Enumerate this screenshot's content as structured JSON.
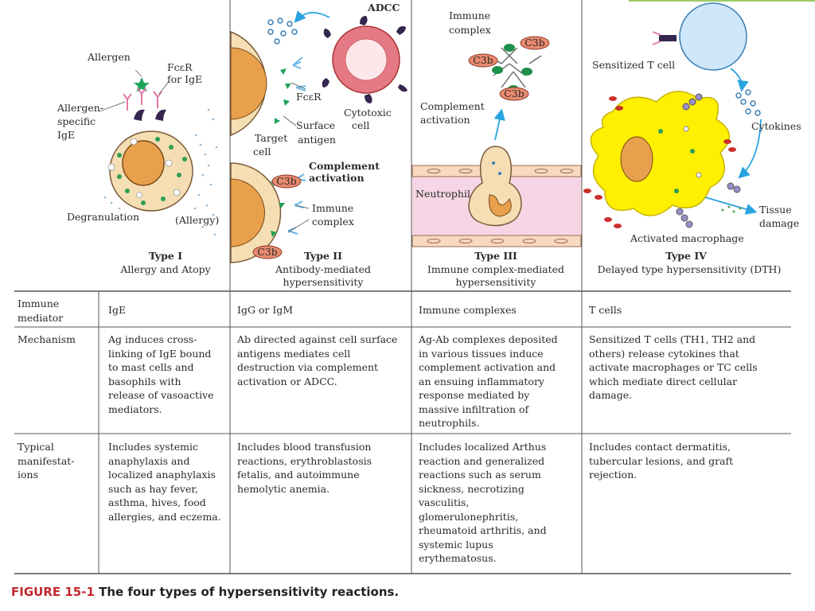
{
  "colors": {
    "accent_green": "#9ccc65",
    "caption_red": "#c1272d",
    "mast_cell": "#f5deb3",
    "nucleus": "#e8a04c",
    "cytotoxic_cell": "#e57a86",
    "endothelium_pink": "#f6d6e4",
    "macrophage_yellow": "#ffef00",
    "t_cell_blue": "#cfe7fb",
    "arrow_blue": "#29a3e0",
    "antibody_purple": "#34264f",
    "granule_green": "#2e9e55"
  },
  "panels": {
    "type1": {
      "labels": {
        "allergen": "Allergen",
        "fcer": "FcεR",
        "for_ige": "for IgE",
        "allergen_specific_1": "Allergen-",
        "allergen_specific_2": "specific",
        "allergen_specific_3": "IgE",
        "degranulation": "Degranulation",
        "allergy": "(Allergy)"
      },
      "type_title": "Type I",
      "type_subtitle": "Allergy and Atopy"
    },
    "type2": {
      "labels": {
        "adcc": "ADCC",
        "fcer": "FcεR",
        "cytotoxic_1": "Cytotoxic",
        "cytotoxic_2": "cell",
        "surface_antigen_1": "Surface",
        "surface_antigen_2": "antigen",
        "target_cell_1": "Target",
        "target_cell_2": "cell",
        "complement_1": "Complement",
        "complement_2": "activation",
        "c3b": "C3b",
        "immune_complex_1": "Immune",
        "immune_complex_2": "complex"
      },
      "type_title": "Type II",
      "type_subtitle_1": "Antibody-mediated",
      "type_subtitle_2": "hypersensitivity"
    },
    "type3": {
      "labels": {
        "immune_complex_1": "Immune",
        "immune_complex_2": "complex",
        "c3b": "C3b",
        "complement_1": "Complement",
        "complement_2": "activation",
        "neutrophil": "Neutrophil"
      },
      "type_title": "Type III",
      "type_subtitle_1": "Immune complex-mediated",
      "type_subtitle_2": "hypersensitivity"
    },
    "type4": {
      "labels": {
        "sensitized_t_cell": "Sensitized T cell",
        "cytokines": "Cytokines",
        "tissue_1": "Tissue",
        "tissue_2": "damage",
        "activated_macrophage": "Activated macrophage"
      },
      "type_title": "Type IV",
      "type_subtitle": "Delayed type hypersensitivity (DTH)"
    }
  },
  "table": {
    "rows": [
      {
        "header": "Immune\nmediator",
        "cells": [
          "IgE",
          "IgG or IgM",
          "Immune complexes",
          "T cells"
        ]
      },
      {
        "header": "Mechanism",
        "cells": [
          "Ag induces cross-\nlinking of IgE bound\nto mast cells and\nbasophils with\nrelease of vasoactive\nmediators.",
          "Ab directed against cell surface\nantigens mediates cell\ndestruction via complement\nactivation or ADCC.",
          "Ag-Ab complexes deposited\nin various tissues induce\ncomplement activation and\nan ensuing inflammatory\nresponse mediated by\nmassive infiltration of\nneutrophils.",
          "Sensitized T cells (TH1, TH2 and\nothers) release cytokines that\nactivate macrophages or TC cells\nwhich mediate direct cellular\ndamage."
        ]
      },
      {
        "header": "Typical\nmanifestat-\nions",
        "cells": [
          "Includes systemic\nanaphylaxis and\nlocalized anaphylaxis\nsuch as hay fever,\nasthma, hives, food\nallergies, and eczema.",
          "Includes blood transfusion\nreactions, erythroblastosis\nfetalis, and autoimmune\nhemolytic anemia.",
          "Includes localized Arthus\nreaction and generalized\nreactions such as serum\nsickness, necrotizing\nvasculitis,\nglomerulonephritis,\nrheumatoid arthritis, and\nsystemic lupus\nerythematosus.",
          "Includes contact dermatitis,\ntubercular lesions, and graft\nrejection."
        ]
      }
    ]
  },
  "caption": {
    "number": "FIGURE 15-1",
    "text": " The four types of hypersensitivity reactions."
  }
}
